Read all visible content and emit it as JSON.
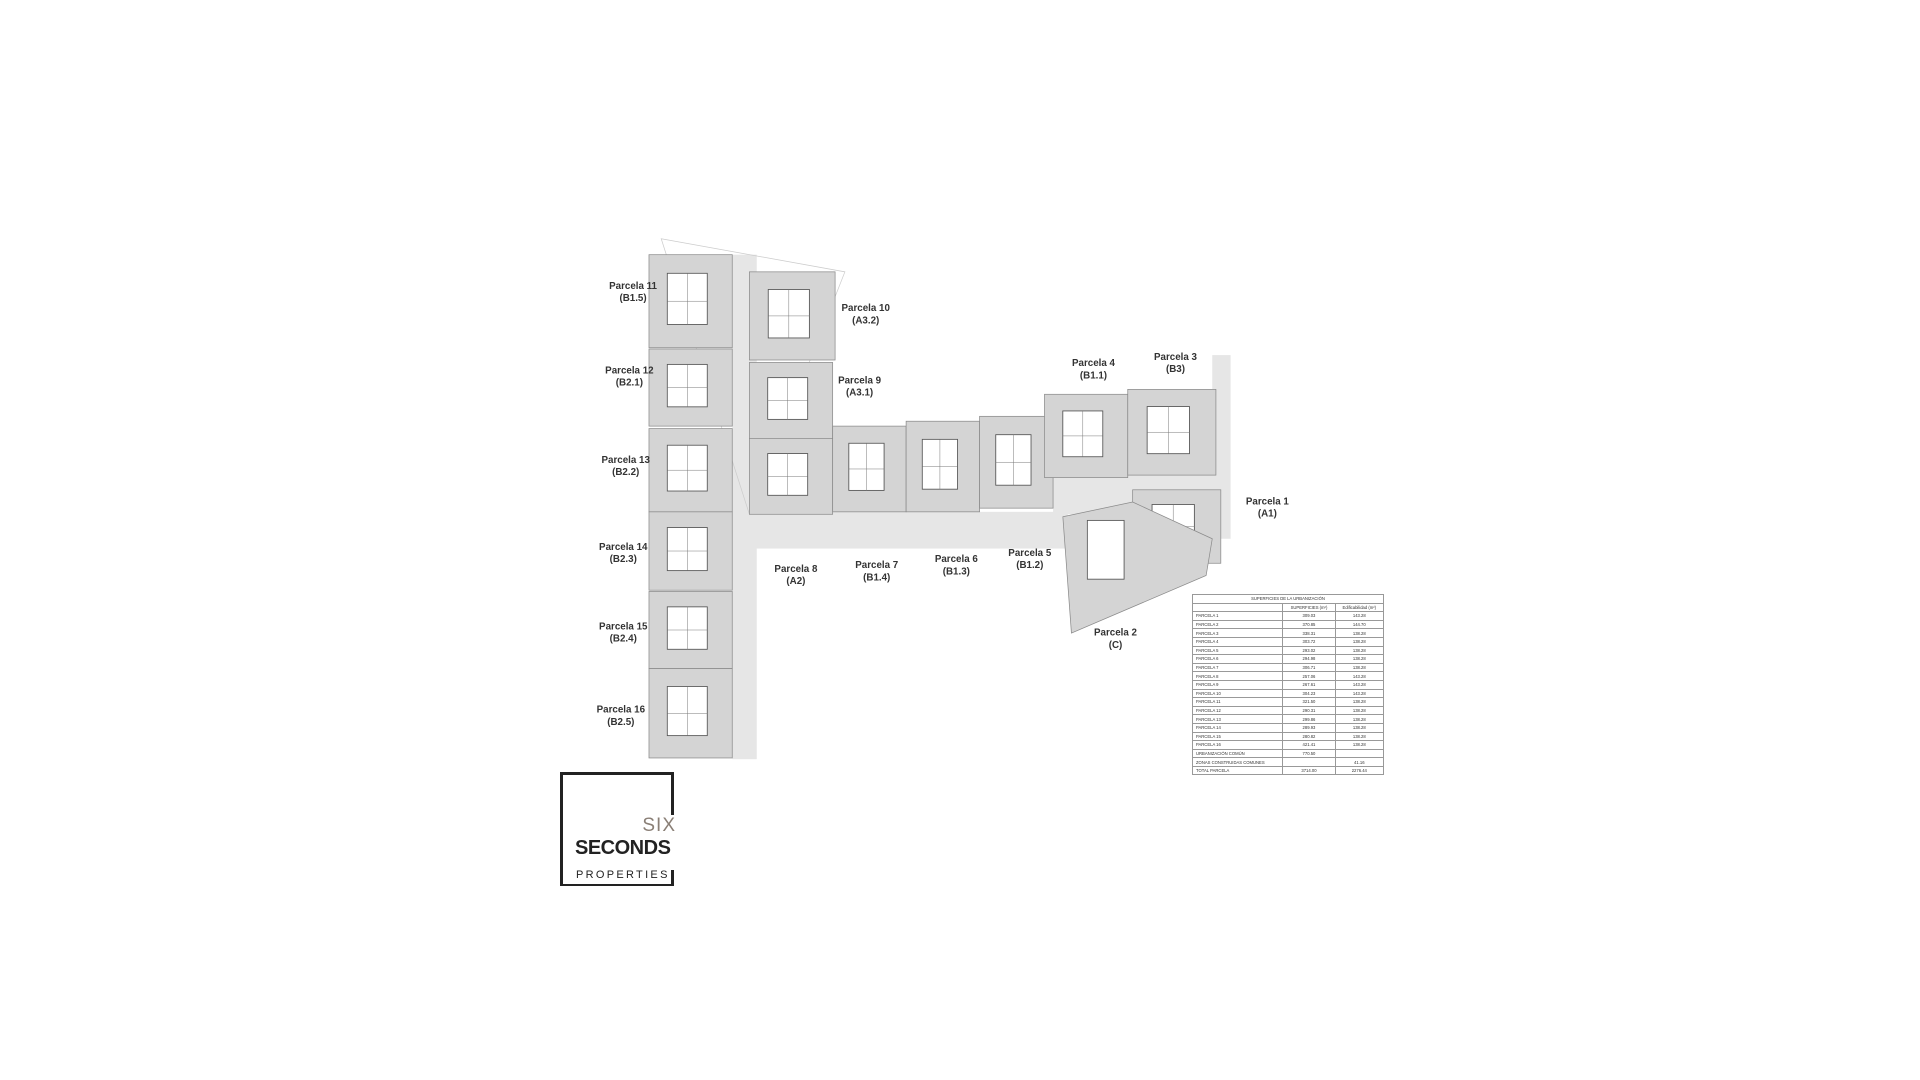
{
  "plan": {
    "parcel_labels": [
      {
        "name": "Parcela 11",
        "code": "(B1.5)"
      },
      {
        "name": "Parcela 12",
        "code": "(B2.1)"
      },
      {
        "name": "Parcela 13",
        "code": "(B2.2)"
      },
      {
        "name": "Parcela 14",
        "code": "(B2.3)"
      },
      {
        "name": "Parcela 15",
        "code": "(B2.4)"
      },
      {
        "name": "Parcela 16",
        "code": "(B2.5)"
      },
      {
        "name": "Parcela 10",
        "code": "(A3.2)"
      },
      {
        "name": "Parcela 9",
        "code": "(A3.1)"
      },
      {
        "name": "Parcela 8",
        "code": "(A2)"
      },
      {
        "name": "Parcela 7",
        "code": "(B1.4)"
      },
      {
        "name": "Parcela 6",
        "code": "(B1.3)"
      },
      {
        "name": "Parcela 5",
        "code": "(B1.2)"
      },
      {
        "name": "Parcela 4",
        "code": "(B1.1)"
      },
      {
        "name": "Parcela 3",
        "code": "(B3)"
      },
      {
        "name": "Parcela 1",
        "code": "(A1)"
      },
      {
        "name": "Parcela 2",
        "code": "(C)"
      }
    ],
    "colors": {
      "parcel": "#d4d4d4",
      "road": "#e6e6e6",
      "line": "#8a8a8a"
    }
  },
  "table": {
    "title": "SUPERFICIES DE LA URBANIZACIÓN",
    "headers": [
      "",
      "SUPERFICIES (m²)",
      "Edificabilidad (m²)"
    ],
    "rows": [
      [
        "PARCELA 1",
        "309.03",
        "143.28"
      ],
      [
        "PARCELA 2",
        "370.85",
        "144.70"
      ],
      [
        "PARCELA 3",
        "338.31",
        "138.28"
      ],
      [
        "PARCELA 4",
        "303.72",
        "138.28"
      ],
      [
        "PARCELA 5",
        "293.02",
        "138.28"
      ],
      [
        "PARCELA 6",
        "294.98",
        "138.28"
      ],
      [
        "PARCELA 7",
        "306.71",
        "138.28"
      ],
      [
        "PARCELA 8",
        "257.06",
        "143.28"
      ],
      [
        "PARCELA 9",
        "267.61",
        "143.28"
      ],
      [
        "PARCELA 10",
        "304.23",
        "143.28"
      ],
      [
        "PARCELA 11",
        "321.50",
        "138.28"
      ],
      [
        "PARCELA 12",
        "290.31",
        "138.28"
      ],
      [
        "PARCELA 13",
        "299.86",
        "138.28"
      ],
      [
        "PARCELA 14",
        "289.93",
        "138.28"
      ],
      [
        "PARCELA 15",
        "280.82",
        "138.28"
      ],
      [
        "PARCELA 16",
        "421.41",
        "138.28"
      ],
      [
        "URBANIZACIÓN COMÚN",
        "770.50",
        ""
      ],
      [
        "ZONAS CONSTRUIDAS COMUNES",
        "",
        "41.16"
      ],
      [
        "TOTAL PARCELA",
        "3714.00",
        "2276.44"
      ]
    ]
  },
  "logo": {
    "six": "SIX",
    "seconds": "SECONDS",
    "properties": "PROPERTIES"
  }
}
